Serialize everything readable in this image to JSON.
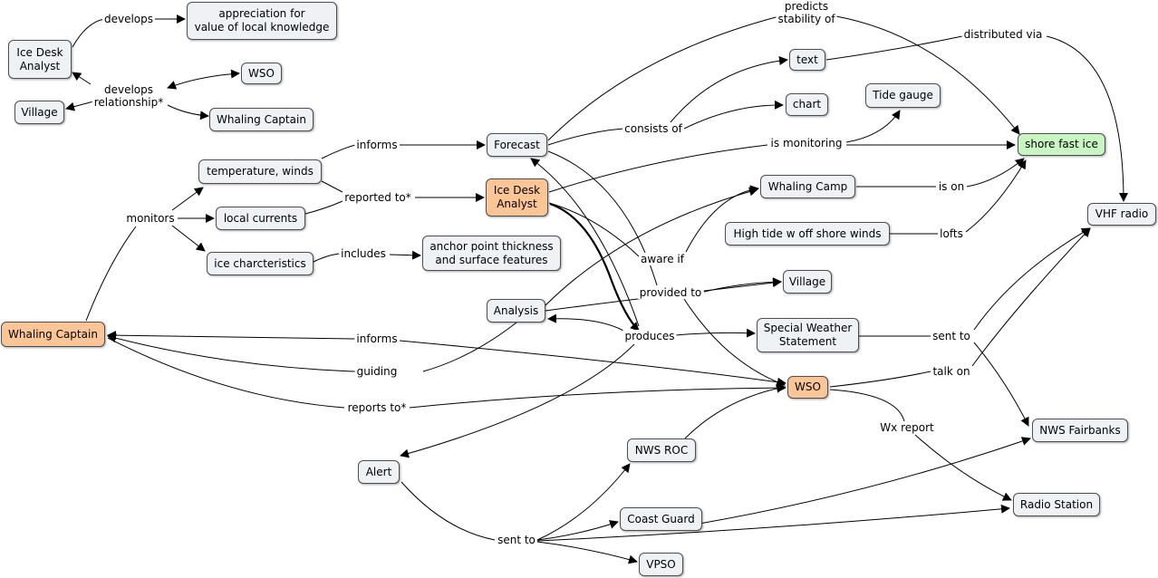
{
  "nodes": {
    "ice_desk_analyst_top": {
      "text": "Ice Desk\nAnalyst",
      "color": "#eef2f5"
    },
    "appreciation": {
      "text": "appreciation for\nvalue of local knowledge",
      "color": "#eef2f5"
    },
    "wso_top": {
      "text": "WSO",
      "color": "#eef2f5"
    },
    "village_left": {
      "text": "Village",
      "color": "#eef2f5"
    },
    "whaling_captain_top": {
      "text": "Whaling Captain",
      "color": "#eef2f5"
    },
    "temp_winds": {
      "text": "temperature, winds",
      "color": "#eef2f5"
    },
    "local_currents": {
      "text": "local currents",
      "color": "#eef2f5"
    },
    "ice_char": {
      "text": "ice charcteristics",
      "color": "#eef2f5"
    },
    "anchor": {
      "text": "anchor point thickness\nand surface features",
      "color": "#eef2f5"
    },
    "forecast": {
      "text": "Forecast",
      "color": "#eef2f5"
    },
    "ice_desk_analyst_mid": {
      "text": "Ice Desk\nAnalyst",
      "color": "#fbc596"
    },
    "text_node": {
      "text": "text",
      "color": "#eef2f5"
    },
    "chart_node": {
      "text": "chart",
      "color": "#eef2f5"
    },
    "tide_gauge": {
      "text": "Tide gauge",
      "color": "#eef2f5"
    },
    "shore_fast_ice": {
      "text": "shore fast ice",
      "color": "#c9f5c2"
    },
    "whaling_camp": {
      "text": "Whaling Camp",
      "color": "#eef2f5"
    },
    "high_tide": {
      "text": "High tide w off shore winds",
      "color": "#eef2f5"
    },
    "vhf_radio": {
      "text": "VHF radio",
      "color": "#eef2f5"
    },
    "village_mid": {
      "text": "Village",
      "color": "#eef2f5"
    },
    "analysis": {
      "text": "Analysis",
      "color": "#eef2f5"
    },
    "special_weather": {
      "text": "Special Weather\nStatement",
      "color": "#eef2f5"
    },
    "whaling_captain_main": {
      "text": "Whaling Captain",
      "color": "#fbc596"
    },
    "wso_main": {
      "text": "WSO",
      "color": "#fbc596"
    },
    "nws_fairbanks": {
      "text": "NWS Fairbanks",
      "color": "#eef2f5"
    },
    "nws_roc": {
      "text": "NWS ROC",
      "color": "#eef2f5"
    },
    "alert": {
      "text": "Alert",
      "color": "#eef2f5"
    },
    "radio_station": {
      "text": "Radio Station",
      "color": "#eef2f5"
    },
    "coast_guard": {
      "text": "Coast Guard",
      "color": "#eef2f5"
    },
    "vpso": {
      "text": "VPSO",
      "color": "#eef2f5"
    }
  },
  "labels": {
    "develops": "develops",
    "develops_relationship": "develops\nrelationship*",
    "predicts": "predicts\nstability of",
    "distributed_via": "distributed via",
    "consists_of": "consists of",
    "informs_top": "informs",
    "is_monitoring": "is monitoring",
    "reported_to": "reported to*",
    "monitors": "monitors",
    "includes": "includes",
    "is_on": "is on",
    "lofts": "lofts",
    "aware_if": "aware if",
    "provided_to": "provided to",
    "produces": "produces",
    "sent_to_right": "sent to",
    "informs_bottom": "informs",
    "guiding": "guiding",
    "talk_on": "talk on",
    "reports_to": "reports to*",
    "wx_report": "Wx report",
    "sent_to_bottom": "sent to"
  },
  "colors": {
    "line": "#000000",
    "node_border": "#4a4f55"
  }
}
